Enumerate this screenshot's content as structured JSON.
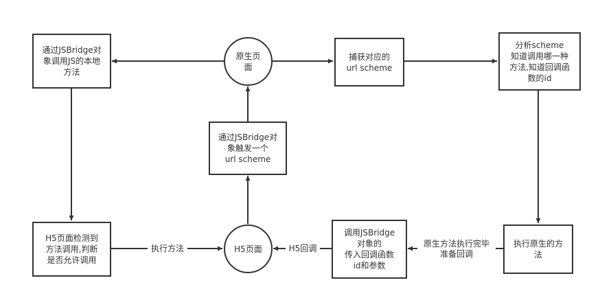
{
  "diagram": {
    "title": "JSBridge communication flow",
    "nodes": {
      "call_js_local": {
        "label": "通过JSBridge对\n象调用JS的本地\n方法",
        "shape": "rect"
      },
      "native_page": {
        "label": "原生页\n面",
        "shape": "circle"
      },
      "capture_scheme": {
        "label": "捕获对应的\nurl scheme",
        "shape": "rect"
      },
      "analyze_scheme": {
        "label": "分析scheme\n知道调用哪一种\n方法,知道回调函\n数的id",
        "shape": "rect"
      },
      "trigger_scheme": {
        "label": "通过JSBridge对\n象触发一个\nurl scheme",
        "shape": "rect"
      },
      "h5_detect": {
        "label": "H5页面检测到\n方法调用,判断\n是否允许调用",
        "shape": "rect"
      },
      "h5_page": {
        "label": "H5页面",
        "shape": "circle"
      },
      "invoke_callback": {
        "label": "调用JSBridge\n对象的\n传入回调函数\nid和参数",
        "shape": "rect"
      },
      "run_native": {
        "label": "执行原生的方\n法",
        "shape": "rect"
      }
    },
    "edges": [
      {
        "from": "native_page",
        "to": "call_js_local",
        "label": ""
      },
      {
        "from": "native_page",
        "to": "capture_scheme",
        "label": ""
      },
      {
        "from": "capture_scheme",
        "to": "analyze_scheme",
        "label": ""
      },
      {
        "from": "analyze_scheme",
        "to": "run_native",
        "label": ""
      },
      {
        "from": "run_native",
        "to": "invoke_callback",
        "label": "原生方法执行完毕\n准备回调"
      },
      {
        "from": "invoke_callback",
        "to": "h5_page",
        "label": "H5回调"
      },
      {
        "from": "h5_detect",
        "to": "h5_page",
        "label": "执行方法"
      },
      {
        "from": "h5_page",
        "to": "trigger_scheme",
        "label": ""
      },
      {
        "from": "trigger_scheme",
        "to": "native_page",
        "label": ""
      },
      {
        "from": "call_js_local",
        "to": "h5_detect",
        "label": ""
      }
    ],
    "colors": {
      "stroke": "#333333",
      "background": "#ffffff",
      "text": "#333333"
    }
  }
}
